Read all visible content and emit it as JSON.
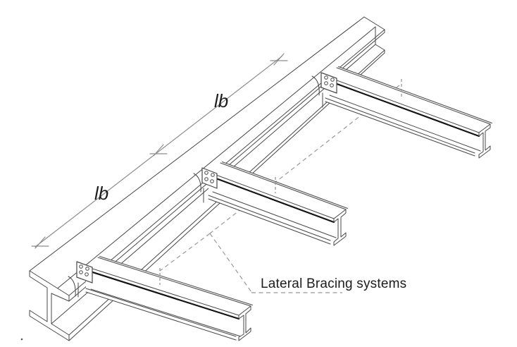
{
  "diagram": {
    "type": "isometric structural engineering sketch",
    "labels": {
      "dim_upper": "lb",
      "dim_lower": "lb",
      "bracing_label": "Lateral Bracing systems"
    },
    "colors": {
      "background": "#ffffff",
      "beam_line": "#474747",
      "beam_dark": "#141414",
      "dim_line": "#8c8c8c",
      "leader_dash": "#989898",
      "text": "#1c1c1c"
    },
    "components": {
      "main_girder": "long I-beam girder running lower-left to upper-right",
      "braces": [
        "top lateral brace",
        "middle lateral brace",
        "bottom lateral brace"
      ],
      "bolts_per_connection": 4,
      "dimension_segments": 2
    }
  }
}
